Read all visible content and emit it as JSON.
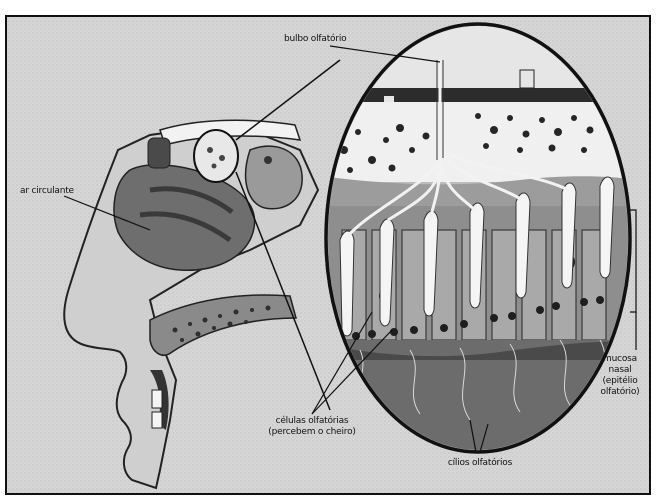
{
  "figure": {
    "labels": {
      "olfactory_bulb": "bulbo olfatório",
      "circulating_air": "ar circulante",
      "olfactory_cells_line1": "células olfatórias",
      "olfactory_cells_line2": "(percebem o cheiro)",
      "olfactory_cilia": "cílios olfatórios",
      "nasal_mucosa_line1": "mucosa",
      "nasal_mucosa_line2": "nasal",
      "nasal_mucosa_line3": "(epitélio",
      "nasal_mucosa_line4": "olfatório)"
    }
  }
}
